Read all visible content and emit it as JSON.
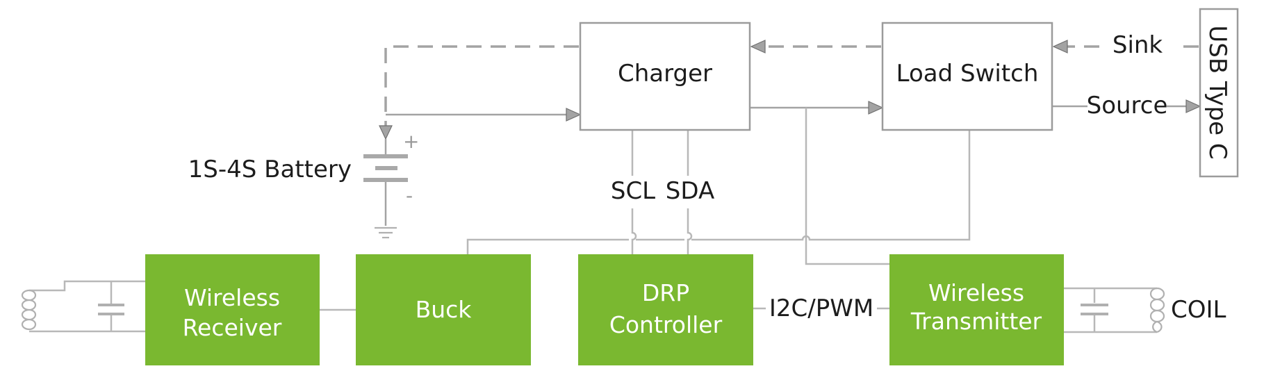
{
  "blocks": {
    "charger": "Charger",
    "load_switch": "Load Switch",
    "usb": "USB Type C",
    "wireless_receiver": [
      "Wireless",
      "Receiver"
    ],
    "buck": "Buck",
    "drp_controller": [
      "DRP",
      "Controller"
    ],
    "wireless_transmitter": [
      "Wireless",
      "Transmitter"
    ]
  },
  "labels": {
    "battery": "1S-4S Battery",
    "plus": "+",
    "minus": "-",
    "scl": "SCL",
    "sda": "SDA",
    "sink": "Sink",
    "source": "Source",
    "i2c_pwm": "I2C/PWM",
    "coil": "COIL"
  },
  "colors": {
    "block_green": "#7ab830",
    "block_outline": "#9b9b9b",
    "wire": "#b8b8b8"
  }
}
